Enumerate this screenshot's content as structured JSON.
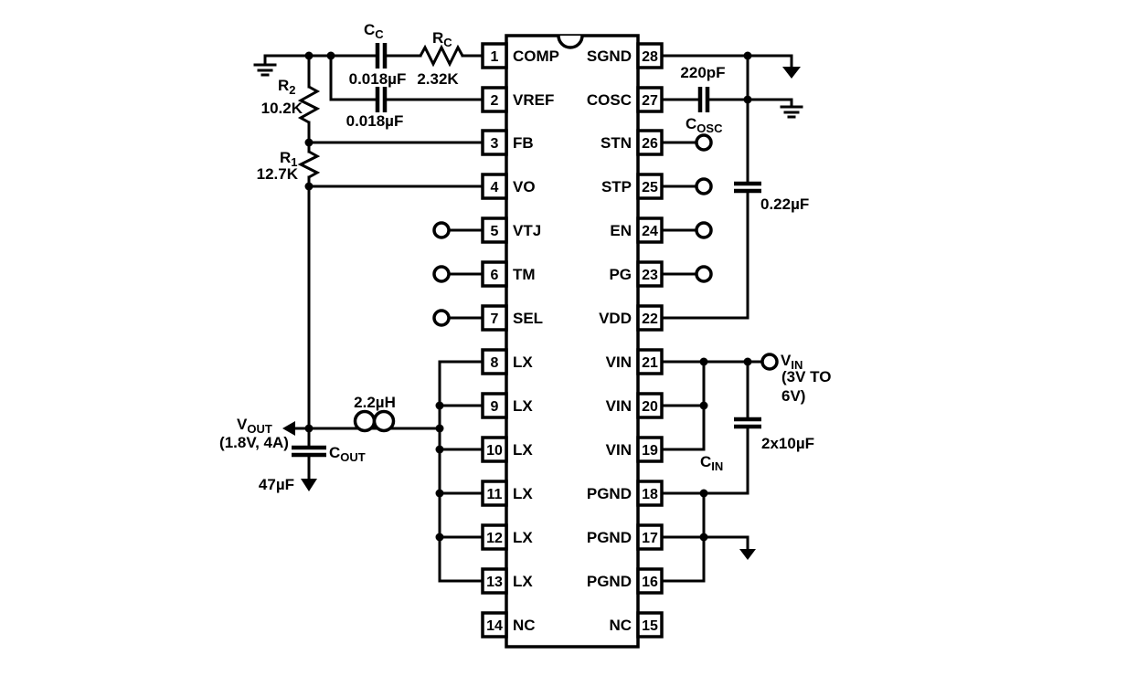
{
  "ic": {
    "left_pins": [
      {
        "num": "1",
        "name": "COMP"
      },
      {
        "num": "2",
        "name": "VREF"
      },
      {
        "num": "3",
        "name": "FB"
      },
      {
        "num": "4",
        "name": "VO"
      },
      {
        "num": "5",
        "name": "VTJ"
      },
      {
        "num": "6",
        "name": "TM"
      },
      {
        "num": "7",
        "name": "SEL"
      },
      {
        "num": "8",
        "name": "LX"
      },
      {
        "num": "9",
        "name": "LX"
      },
      {
        "num": "10",
        "name": "LX"
      },
      {
        "num": "11",
        "name": "LX"
      },
      {
        "num": "12",
        "name": "LX"
      },
      {
        "num": "13",
        "name": "LX"
      },
      {
        "num": "14",
        "name": "NC"
      }
    ],
    "right_pins": [
      {
        "num": "28",
        "name": "SGND"
      },
      {
        "num": "27",
        "name": "COSC"
      },
      {
        "num": "26",
        "name": "STN"
      },
      {
        "num": "25",
        "name": "STP"
      },
      {
        "num": "24",
        "name": "EN"
      },
      {
        "num": "23",
        "name": "PG"
      },
      {
        "num": "22",
        "name": "VDD"
      },
      {
        "num": "21",
        "name": "VIN"
      },
      {
        "num": "20",
        "name": "VIN"
      },
      {
        "num": "19",
        "name": "VIN"
      },
      {
        "num": "18",
        "name": "PGND"
      },
      {
        "num": "17",
        "name": "PGND"
      },
      {
        "num": "16",
        "name": "PGND"
      },
      {
        "num": "15",
        "name": "NC"
      }
    ]
  },
  "components": {
    "cc": {
      "ref": "C",
      "sub": "C",
      "value": "0.018µF"
    },
    "rc": {
      "ref": "R",
      "sub": "C",
      "value": "2.32K"
    },
    "cvref": {
      "value": "0.018µF"
    },
    "r2": {
      "ref": "R",
      "sub": "2",
      "value": "10.2K"
    },
    "r1": {
      "ref": "R",
      "sub": "1",
      "value": "12.7K"
    },
    "inductor": {
      "value": "2.2µH"
    },
    "cout": {
      "ref": "C",
      "sub": "OUT",
      "value": "47µF"
    },
    "cosc": {
      "ref": "C",
      "sub": "OSC",
      "value": "220pF"
    },
    "cvdd": {
      "value": "0.22µF"
    },
    "cin": {
      "ref": "C",
      "sub": "IN",
      "value": "2x10µF"
    }
  },
  "terminals": {
    "vout": {
      "ref": "V",
      "sub": "OUT",
      "note": "(1.8V, 4A)"
    },
    "vin": {
      "ref": "V",
      "sub": "IN",
      "note_line1": "(3V TO",
      "note_line2": "6V)"
    }
  }
}
